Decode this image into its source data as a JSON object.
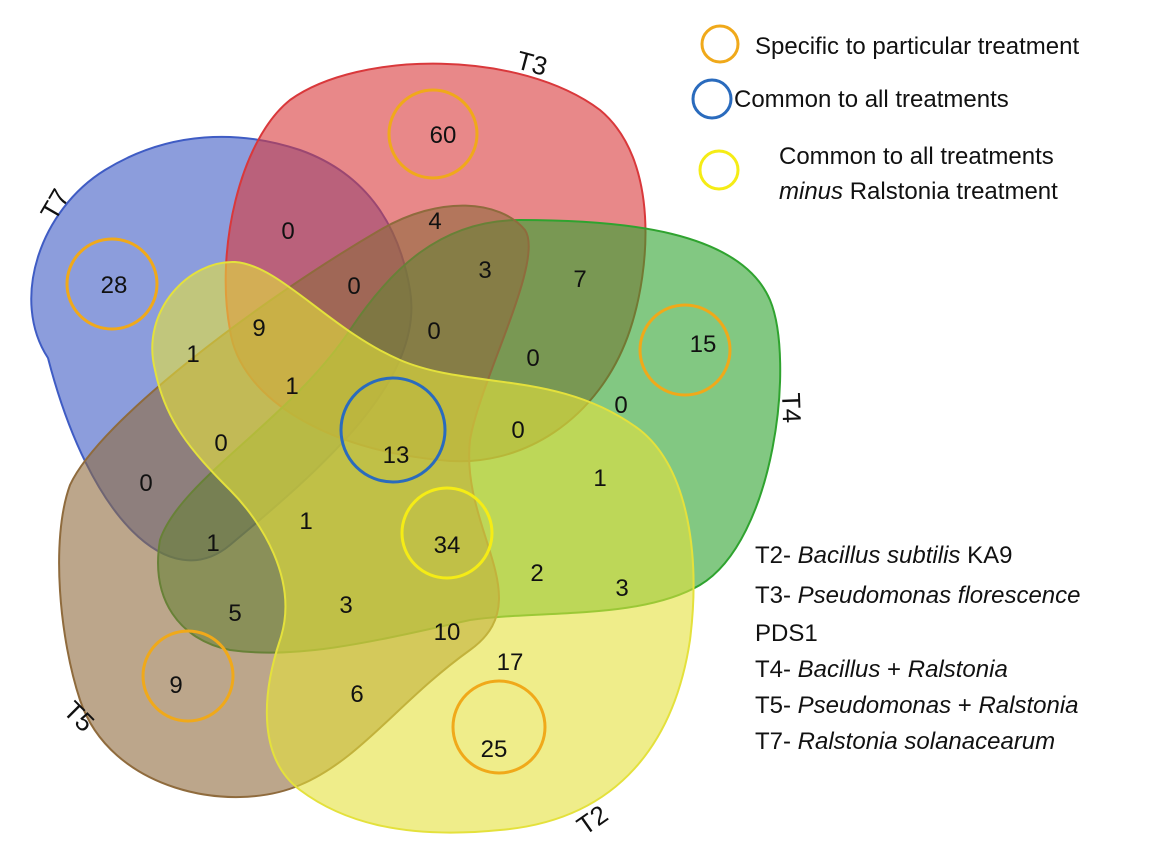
{
  "colors": {
    "T7": "#3f5cc4",
    "T3": "#d9383b",
    "T4": "#2fa32f",
    "T5": "#8f6b3d",
    "T2": "#e4e13c",
    "specific_ring": "#f0a91a",
    "common_all_ring": "#2a6bbd",
    "common_minus_ring": "#f5ec15"
  },
  "set_labels": {
    "T3": "T3",
    "T7": "T7",
    "T4": "T4",
    "T5": "T5",
    "T2": "T2"
  },
  "legend": {
    "specific": "Specific to particular treatment",
    "common_all": "Common to all treatments",
    "common_minus_line1": "Common to all treatments",
    "common_minus_line2_italic": "minus",
    "common_minus_line2_rest": " Ralstonia treatment"
  },
  "key": [
    {
      "code": "T2- ",
      "italic": "Bacillus subtilis",
      "rest": " KA9"
    },
    {
      "code": "T3- ",
      "italic": "Pseudomonas florescence",
      "rest": ""
    },
    {
      "code": "",
      "italic": "",
      "rest": "PDS1"
    },
    {
      "code": "T4- ",
      "italic": "Bacillus",
      "rest": " + ",
      "italic2": "Ralstonia"
    },
    {
      "code": "T5- ",
      "italic": "Pseudomonas",
      "rest": " + ",
      "italic2": "Ralstonia"
    },
    {
      "code": "T7- ",
      "italic": "Ralstonia solanacearum",
      "rest": ""
    }
  ],
  "regions": {
    "T3_only": "60",
    "T7_only": "28",
    "T4_only": "15",
    "T5_only": "9",
    "T2_only": "25",
    "all": "13",
    "minus_T7": "34",
    "r_0_a": "0",
    "r_4": "4",
    "r_0_b": "0",
    "r_3_a": "3",
    "r_7": "7",
    "r_9": "9",
    "r_1_a": "1",
    "r_0_c": "0",
    "r_0_d": "0",
    "r_1_b": "1",
    "r_0_e": "0",
    "r_0_f": "0",
    "r_0_g": "0",
    "r_0_h": "0",
    "r_1_c": "1",
    "r_1_d": "1",
    "r_1_e": "1",
    "r_2": "2",
    "r_3_b": "3",
    "r_5": "5",
    "r_3_c": "3",
    "r_10": "10",
    "r_17": "17",
    "r_6": "6"
  }
}
